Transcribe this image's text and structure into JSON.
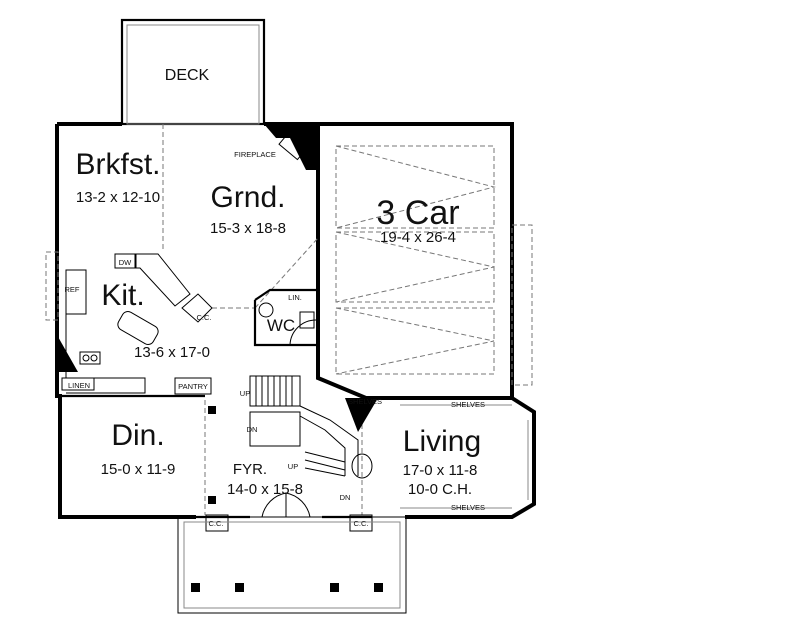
{
  "rooms": {
    "deck": {
      "name": "DECK"
    },
    "brkfst": {
      "name": "Brkfst.",
      "dims": "13-2 x 12-10"
    },
    "grnd": {
      "name": "Grnd.",
      "dims": "15-3 x 18-8"
    },
    "garage": {
      "name": "3 Car",
      "dims": "19-4 x 26-4"
    },
    "kit": {
      "name": "Kit.",
      "dims": "13-6 x 17-0"
    },
    "wc": {
      "name": "WC"
    },
    "din": {
      "name": "Din.",
      "dims": "15-0 x 11-9"
    },
    "fyr": {
      "name": "FYR.",
      "dims": "14-0 x 15-8"
    },
    "living": {
      "name": "Living",
      "dims": "17-0 x 11-8",
      "ceiling": "10-0 C.H."
    }
  },
  "labels": {
    "fireplace": "FIREPLACE",
    "dw": "DW",
    "ref": "REF",
    "cc": "C.C.",
    "lin": "LIN.",
    "linen": "LINEN",
    "pantry": "PANTRY",
    "up": "UP",
    "dn": "DN",
    "shelves": "SHELVES"
  }
}
